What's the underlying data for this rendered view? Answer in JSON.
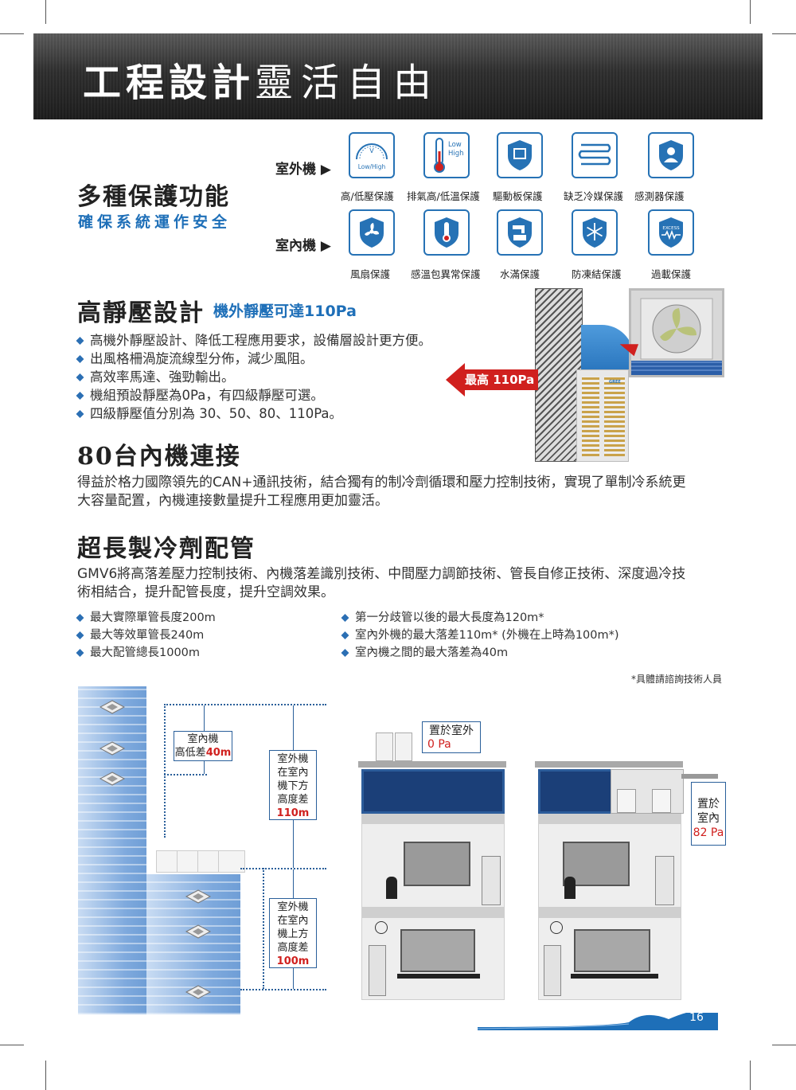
{
  "header": {
    "title_bold": "工程設計",
    "title_light": "靈活自由"
  },
  "protect": {
    "title": "多種保護功能",
    "subtitle": "確保系統運作安全",
    "outdoor_label": "室外機 ▶",
    "indoor_label": "室內機 ▶",
    "gauge_text": "Low/High",
    "thermo_low": "Low",
    "thermo_high": "High",
    "excess_text": "EXCESS",
    "outdoor_items": [
      "高/低壓保護",
      "排氣高/低溫保護",
      "驅動板保護",
      "缺乏冷媒保護",
      "感測器保護"
    ],
    "indoor_items": [
      "風扇保護",
      "感溫包異常保護",
      "水滿保護",
      "防凍結保護",
      "過載保護"
    ]
  },
  "static": {
    "title": "高靜壓設計",
    "subtitle": "機外靜壓可達110Pa",
    "bullets": [
      "高機外靜壓設計、降低工程應用要求，設備層設計更方便。",
      "出風格柵渦旋流線型分佈，減少風阻。",
      "高效率馬達、強勁輸出。",
      "機組預設靜壓為0Pa，有四級靜壓可選。",
      "四級靜壓值分別為 30、50、80、110Pa。"
    ],
    "arrow_label": "最高 110Pa",
    "unit_badge": "GREE"
  },
  "connect": {
    "title": "80台內機連接",
    "text_line1": "得益於格力國際領先的CAN+通訊技術，結合獨有的制冷劑循環和壓力控制技術，實現了單制冷系統更",
    "text_line2": "大容量配置，內機連接數量提升工程應用更加靈活。"
  },
  "piping": {
    "title": "超長製冷劑配管",
    "text_line1": "GMV6將高落差壓力控制技術、內機落差識別技術、中間壓力調節技術、管長自修正技術、深度過冷技",
    "text_line2": "術相結合，提升配管長度，提升空調效果。",
    "left_bullets": [
      "最大實際單管長度200m",
      "最大等效單管長240m",
      "最大配管總長1000m"
    ],
    "right_bullets": [
      "第一分歧管以後的最大長度為120m*",
      "室內外機的最大落差110m* (外機在上時為100m*)",
      "室內機之間的最大落差為40m"
    ],
    "footnote": "*具體請諮詢技術人員"
  },
  "diagram": {
    "indoor_diff_line1": "室內機",
    "indoor_diff_line2": "高低差",
    "indoor_diff_value": "40m",
    "below_lines": [
      "室外機",
      "在室內",
      "機下方",
      "高度差"
    ],
    "below_value": "110m",
    "above_lines": [
      "室外機",
      "在室內",
      "機上方",
      "高度差"
    ],
    "above_value": "100m",
    "outdoor_place": "置於室外",
    "outdoor_pa": "0 Pa",
    "indoor_place_line1": "置於",
    "indoor_place_line2": "室內",
    "indoor_pa": "82 Pa"
  },
  "page_number": "16",
  "colors": {
    "accent_blue": "#1e6fb8",
    "highlight_red": "#d0201e",
    "header_dark": "#2e2e2e"
  }
}
